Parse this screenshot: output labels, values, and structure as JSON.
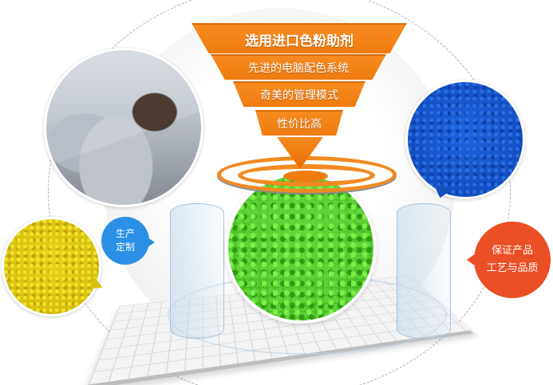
{
  "funnel": {
    "layers": [
      {
        "label": "选用进口色粉助剂"
      },
      {
        "label": "先进的电脑配色系统"
      },
      {
        "label": "奇美的管理模式"
      },
      {
        "label": "性价比高"
      }
    ],
    "color": "#f68b1f"
  },
  "bubbles": {
    "custom_production": {
      "line1": "生产",
      "line2": "定制",
      "color": "#2b8fe6"
    },
    "quality_guarantee": {
      "line1": "保证产品",
      "line2": "工艺与品质",
      "color": "#ea4f26"
    }
  },
  "images": {
    "lab": {
      "icon": "lab-workers-photo"
    },
    "blue_powder": {
      "icon": "blue-pigment-powder",
      "color": "#1e63dc"
    },
    "yellow_powder": {
      "icon": "yellow-pigment-powder",
      "color": "#e9d21a"
    },
    "green_pellets": {
      "icon": "green-plastic-pellets",
      "color": "#4cc428"
    }
  }
}
